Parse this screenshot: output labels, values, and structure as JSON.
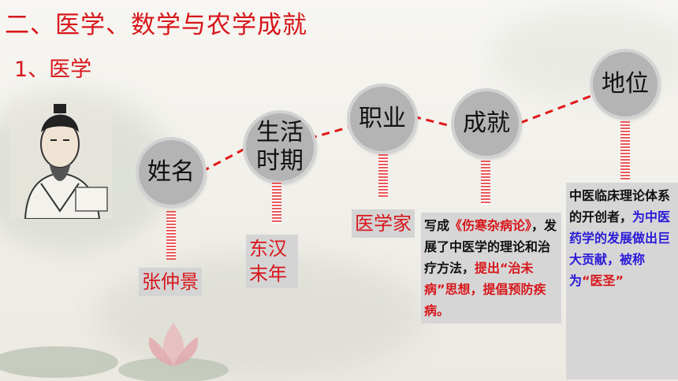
{
  "title": "二、医学、数学与农学成就",
  "subtitle": "1、医学",
  "nodes": {
    "name": "姓名",
    "period": "生活\n时期",
    "profession": "职业",
    "achievement": "成就",
    "status": "地位"
  },
  "values": {
    "name": "张仲景",
    "period": "东汉\n末年",
    "profession": "医学家",
    "achievement": {
      "part1": "写成",
      "book": "《伤寒杂病论》",
      "part2": "，发展了中医学的理论和治疗方法，",
      "idea": "提出“治未病”思想，提倡预防疾病。"
    },
    "status": {
      "part1": "中医临床理论体系的开创者，",
      "part2": "为中医药学的发展做出巨大贡献，被称为",
      "honor": "“医圣”"
    }
  },
  "colors": {
    "title": "#d8161b",
    "emphasis_red": "#d8161b",
    "emphasis_blue": "#2a1ad8",
    "node": "#b4b4b4",
    "connector": "#e01818"
  }
}
